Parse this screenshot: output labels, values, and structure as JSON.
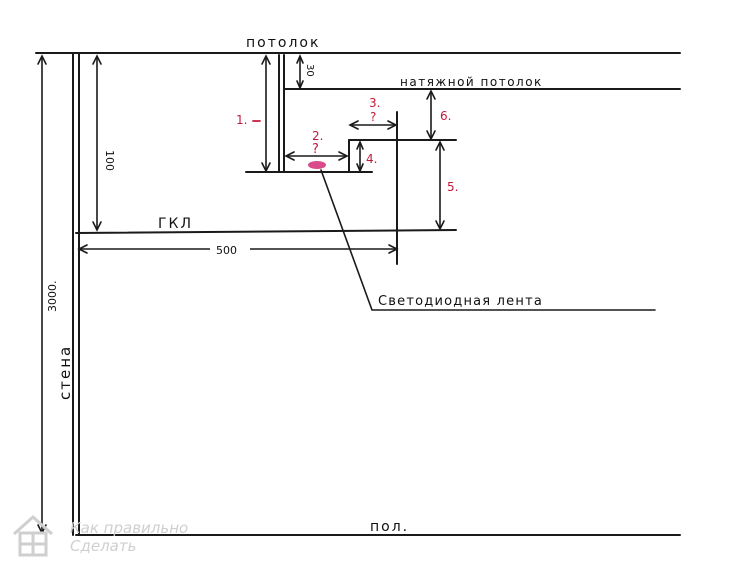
{
  "labels": {
    "ceiling": "потолок",
    "stretch_ceiling": "натяжной потолок",
    "gkl": "ГКЛ",
    "led_strip": "Светодиодная лента",
    "wall": "стена",
    "floor": "пол."
  },
  "dimensions": {
    "d_3000": "3000.",
    "d_100": "100",
    "d_500": "500",
    "d_30": "30"
  },
  "question_marks": {
    "q1": "1.",
    "q2_num": "2.",
    "q2_mark": "?",
    "q3_num": "3.",
    "q3_mark": "?",
    "q4": "4.",
    "q5": "5.",
    "q6": "6."
  },
  "watermark": {
    "line1": "Как правильно",
    "line2": "Сделать"
  },
  "colors": {
    "ink": "#1a1a1a",
    "annotation": "#c41a3a",
    "led": "#d94b8a",
    "watermark": "#cfcfcf"
  }
}
